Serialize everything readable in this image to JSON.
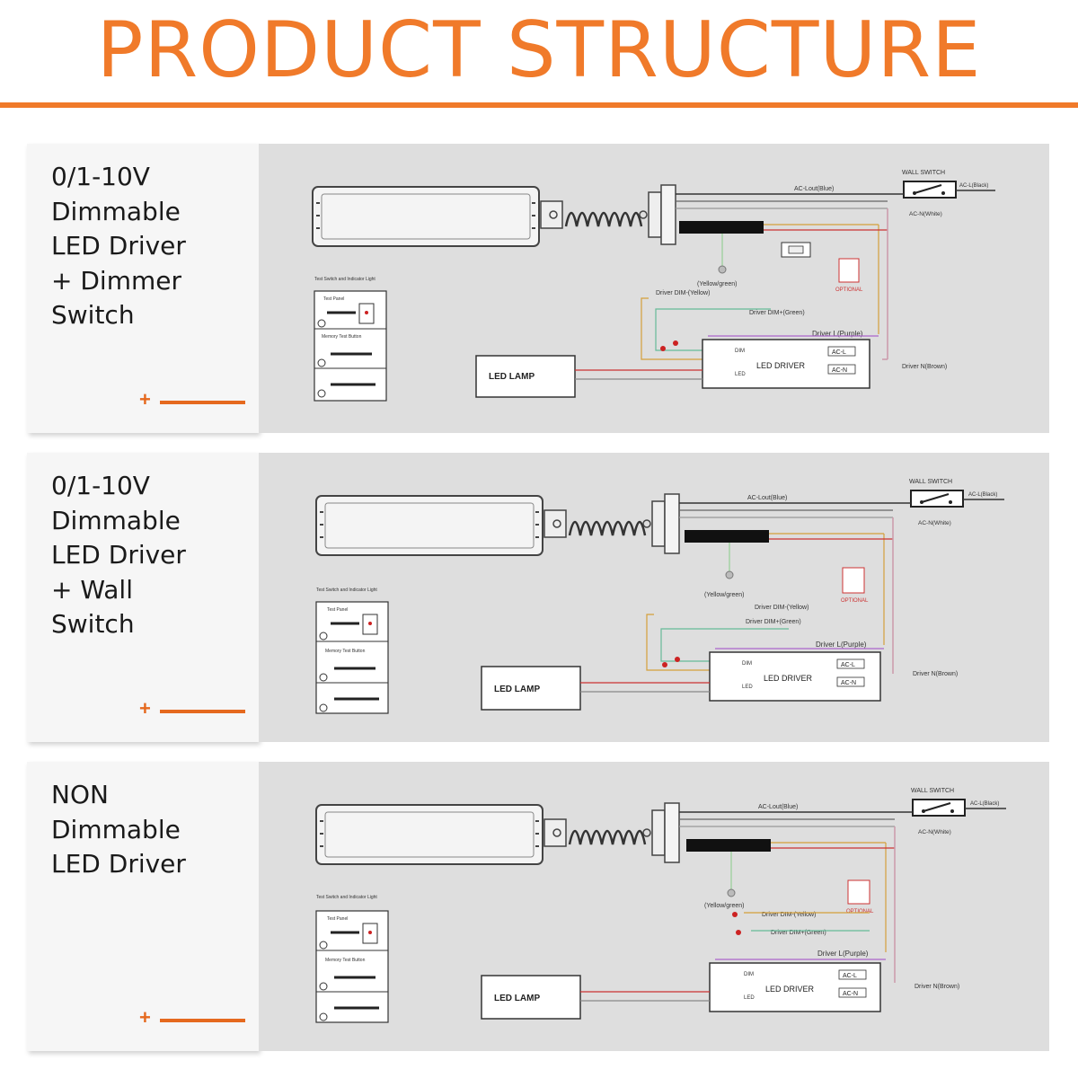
{
  "header": {
    "title": "PRODUCT STRUCTURE"
  },
  "colors": {
    "accent": "#f07a2a",
    "panel": "#dedede",
    "card": "#f6f6f6"
  },
  "sections": [
    {
      "label_lines": [
        "0/1-10V",
        "Dimmable",
        "LED Driver",
        "+ Dimmer",
        "Switch"
      ],
      "plus": "+",
      "labels": {
        "wall_switch": "WALL SWITCH",
        "ac_l_out": "AC-Lout(Blue)",
        "ac_l_in": "AC-L(Black)",
        "ac_n": "AC-N(White)",
        "yellow_green": "(Yellow/green)",
        "dim_yellow": "Driver DIM-(Yellow)",
        "dim_green": "Driver DIM+(Green)",
        "driver_l": "Driver L(Purple)",
        "driver_n": "Driver N(Brown)",
        "optional": "OPTIONAL",
        "led_lamp": "LED LAMP",
        "led_driver": "LED DRIVER",
        "ac_l": "AC-L",
        "ac_n_short": "AC-N",
        "dim": "DIM",
        "led": "LED",
        "test_box": "Test Switch and Indicator Light",
        "test_panel": "Test Panel",
        "memory": "Memory Test Button"
      }
    },
    {
      "label_lines": [
        "0/1-10V",
        "Dimmable",
        "LED Driver",
        "+ Wall",
        "Switch"
      ],
      "plus": "+",
      "labels": {
        "wall_switch": "WALL SWITCH",
        "ac_l_out": "AC-Lout(Blue)",
        "ac_l_in": "AC-L(Black)",
        "ac_n": "AC-N(White)",
        "yellow_green": "(Yellow/green)",
        "dim_yellow": "Driver DIM-(Yellow)",
        "dim_green": "Driver DIM+(Green)",
        "driver_l": "Driver L(Purple)",
        "driver_n": "Driver N(Brown)",
        "optional": "OPTIONAL",
        "led_lamp": "LED LAMP",
        "led_driver": "LED DRIVER",
        "ac_l": "AC-L",
        "ac_n_short": "AC-N",
        "dim": "DIM",
        "led": "LED",
        "test_box": "Test Switch and Indicator Light",
        "test_panel": "Test Panel",
        "memory": "Memory Test Button"
      }
    },
    {
      "label_lines": [
        "NON",
        "Dimmable",
        "LED Driver"
      ],
      "plus": "+",
      "labels": {
        "wall_switch": "WALL SWITCH",
        "ac_l_out": "AC-Lout(Blue)",
        "ac_l_in": "AC-L(Black)",
        "ac_n": "AC-N(White)",
        "yellow_green": "(Yellow/green)",
        "dim_yellow": "Driver DIM-(Yellow)",
        "dim_green": "Driver DIM+(Green)",
        "driver_l": "Driver L(Purple)",
        "driver_n": "Driver N(Brown)",
        "optional": "OPTIONAL",
        "led_lamp": "LED LAMP",
        "led_driver": "LED DRIVER",
        "ac_l": "AC-L",
        "ac_n_short": "AC-N",
        "dim": "DIM",
        "led": "LED",
        "test_box": "Test Switch and Indicator Light",
        "test_panel": "Test Panel",
        "memory": "Memory Test Button"
      }
    }
  ]
}
